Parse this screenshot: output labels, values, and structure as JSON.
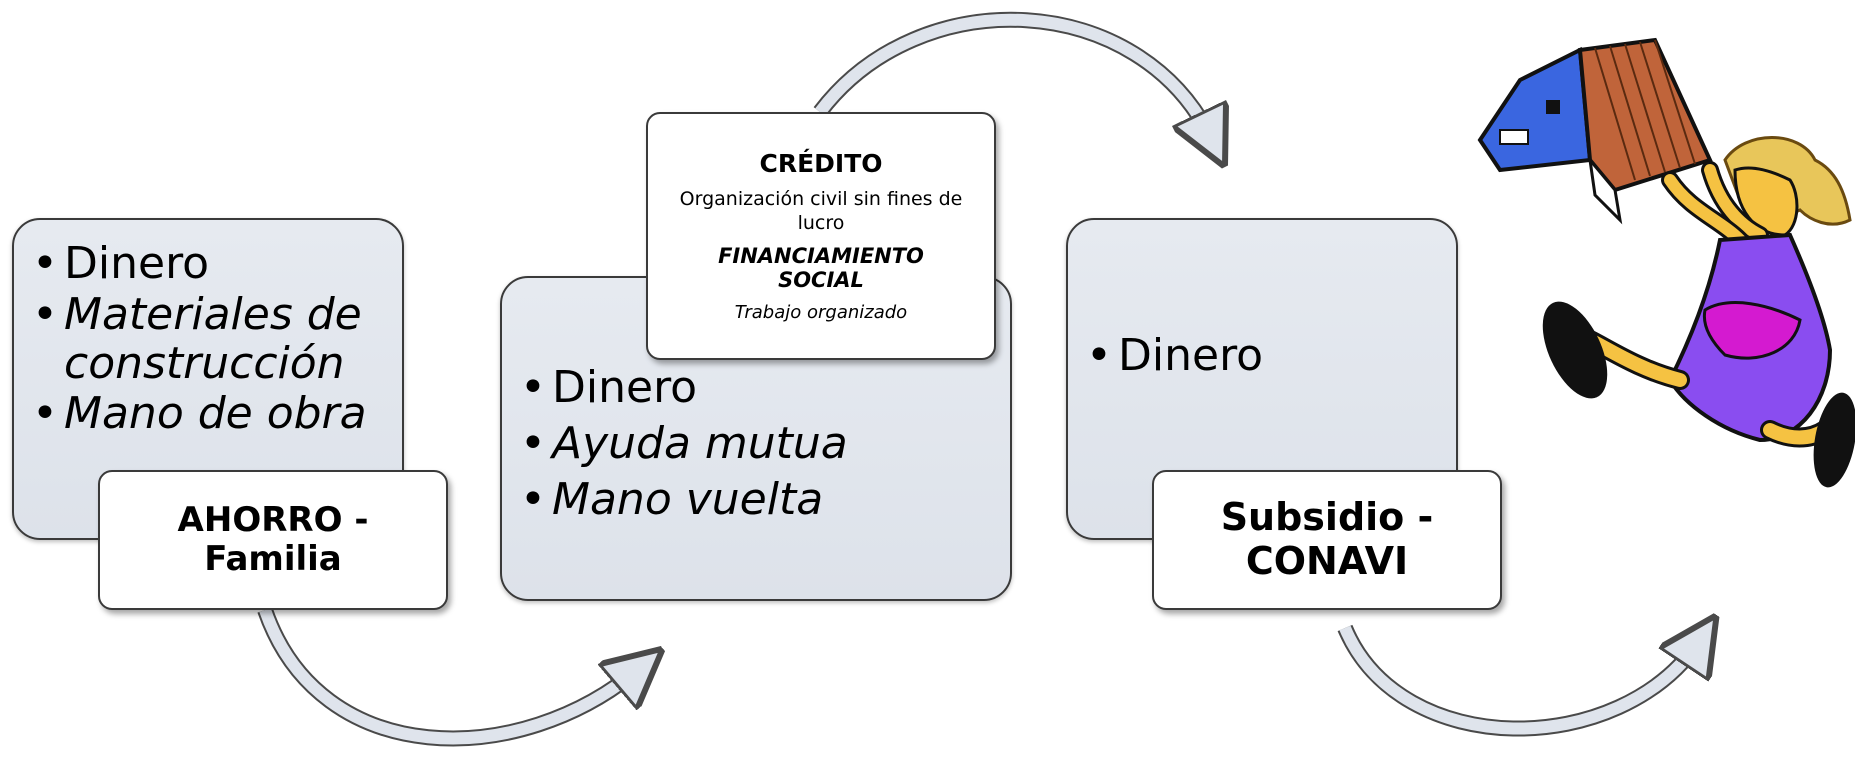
{
  "boxes": [
    {
      "id": "ahorro",
      "items": [
        "Dinero",
        "Materiales de construcción",
        "Mano de obra"
      ],
      "label_line1": "AHORRO -",
      "label_line2": "Familia"
    },
    {
      "id": "credito",
      "items": [
        "Dinero",
        "Ayuda mutua",
        "Mano vuelta"
      ],
      "card_title": "CRÉDITO",
      "card_line1": "Organización civil sin fines de lucro",
      "card_line2": "FINANCIAMIENTO SOCIAL",
      "card_line3": "Trabajo organizado"
    },
    {
      "id": "subsidio",
      "items": [
        "Dinero"
      ],
      "label_line1": "Subsidio -",
      "label_line2": "CONAVI"
    }
  ],
  "colors": {
    "panel_fill": "#e1e6ed",
    "border": "#3a3a3a",
    "arrow_fill": "#dfe4ec",
    "arrow_stroke": "#4a4a4a"
  },
  "icons": [
    "curved-arrow-icon",
    "girl-carrying-house-illustration"
  ]
}
